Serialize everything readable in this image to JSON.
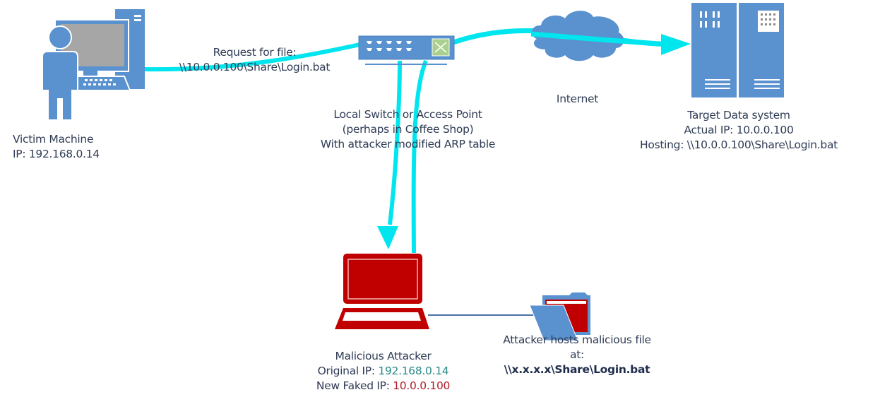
{
  "colors": {
    "icon_blue": "#5a91cf",
    "arrow_cyan": "#00e5ee",
    "attacker_red": "#c00000",
    "switch_green": "#a9d08e",
    "orig_ip_teal": "#2b8a8a",
    "fake_ip_red": "#b01e2a"
  },
  "nodes": {
    "victim": {
      "icon": "user-computer-icon",
      "title": "Victim Machine",
      "ip": "IP: 192.168.0.14"
    },
    "request": {
      "line1": "Request for file:",
      "line2": "\\\\10.0.0.100\\Share\\Login.bat"
    },
    "switch": {
      "icon": "network-switch-icon",
      "line1": "Local Switch or Access Point",
      "line2": "(perhaps in Coffee Shop)",
      "line3": "With attacker modified ARP table"
    },
    "internet": {
      "icon": "cloud-icon",
      "label": "Internet"
    },
    "target": {
      "icon": "server-icon",
      "title": "Target Data system",
      "ip": "Actual IP: 10.0.0.100",
      "hosting": "Hosting: \\\\10.0.0.100\\Share\\Login.bat"
    },
    "attacker": {
      "icon": "laptop-icon",
      "title": "Malicious Attacker",
      "orig_label": "Original IP: ",
      "orig_ip": "192.168.0.14",
      "fake_label": "New Faked IP: ",
      "fake_ip": "10.0.0.100"
    },
    "share": {
      "icon": "folder-icon",
      "line1": "Attacker hosts malicious file",
      "line2": "at:",
      "path": "\\\\x.x.x.x\\Share\\Login.bat"
    }
  }
}
